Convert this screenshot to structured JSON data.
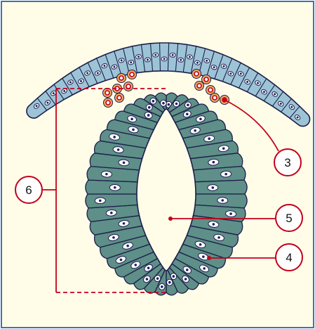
{
  "labels": [
    {
      "id": "3",
      "text": "3"
    },
    {
      "id": "5",
      "text": "5"
    },
    {
      "id": "4",
      "text": "4"
    },
    {
      "id": "6",
      "text": "6"
    }
  ],
  "colors": {
    "background": "#fffde8",
    "frame_border": "#3f72b8",
    "ectoderm_fill": "#9cc4d6",
    "neural_tube_fill": "#5e8f88",
    "cell_outline": "#1e1e4a",
    "nucleus_fill": "#ffffff",
    "nucleus_dot": "#1e1e6a",
    "leader_line": "#c4001a",
    "crest_cell_fill": "#f0a860",
    "crest_cell_ring": "#c4001a"
  },
  "icons": [
    "ectoderm-layer",
    "neural-tube",
    "neural-crest-cells",
    "lumen"
  ]
}
